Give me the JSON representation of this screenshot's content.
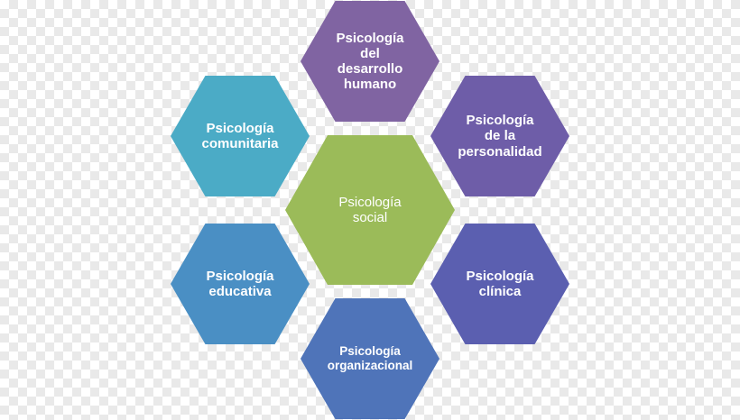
{
  "diagram": {
    "center": {
      "label": "Psicología\nsocial",
      "color": "#9bbb59"
    },
    "nodes": [
      {
        "id": "desarrollo",
        "label": "Psicología\ndel\ndesarrollo\nhumano",
        "color": "#8064a2"
      },
      {
        "id": "personalidad",
        "label": "Psicología\nde la\npersonalidad",
        "color": "#6e5da8"
      },
      {
        "id": "clinica",
        "label": "Psicología\nclínica",
        "color": "#5b5fb0"
      },
      {
        "id": "organizacional",
        "label": "Psicología\norganizacional",
        "color": "#4f74b9"
      },
      {
        "id": "educativa",
        "label": "Psicología\neducativa",
        "color": "#4a8fc4"
      },
      {
        "id": "comunitaria",
        "label": "Psicología\ncomunitaria",
        "color": "#4babc6"
      }
    ]
  }
}
